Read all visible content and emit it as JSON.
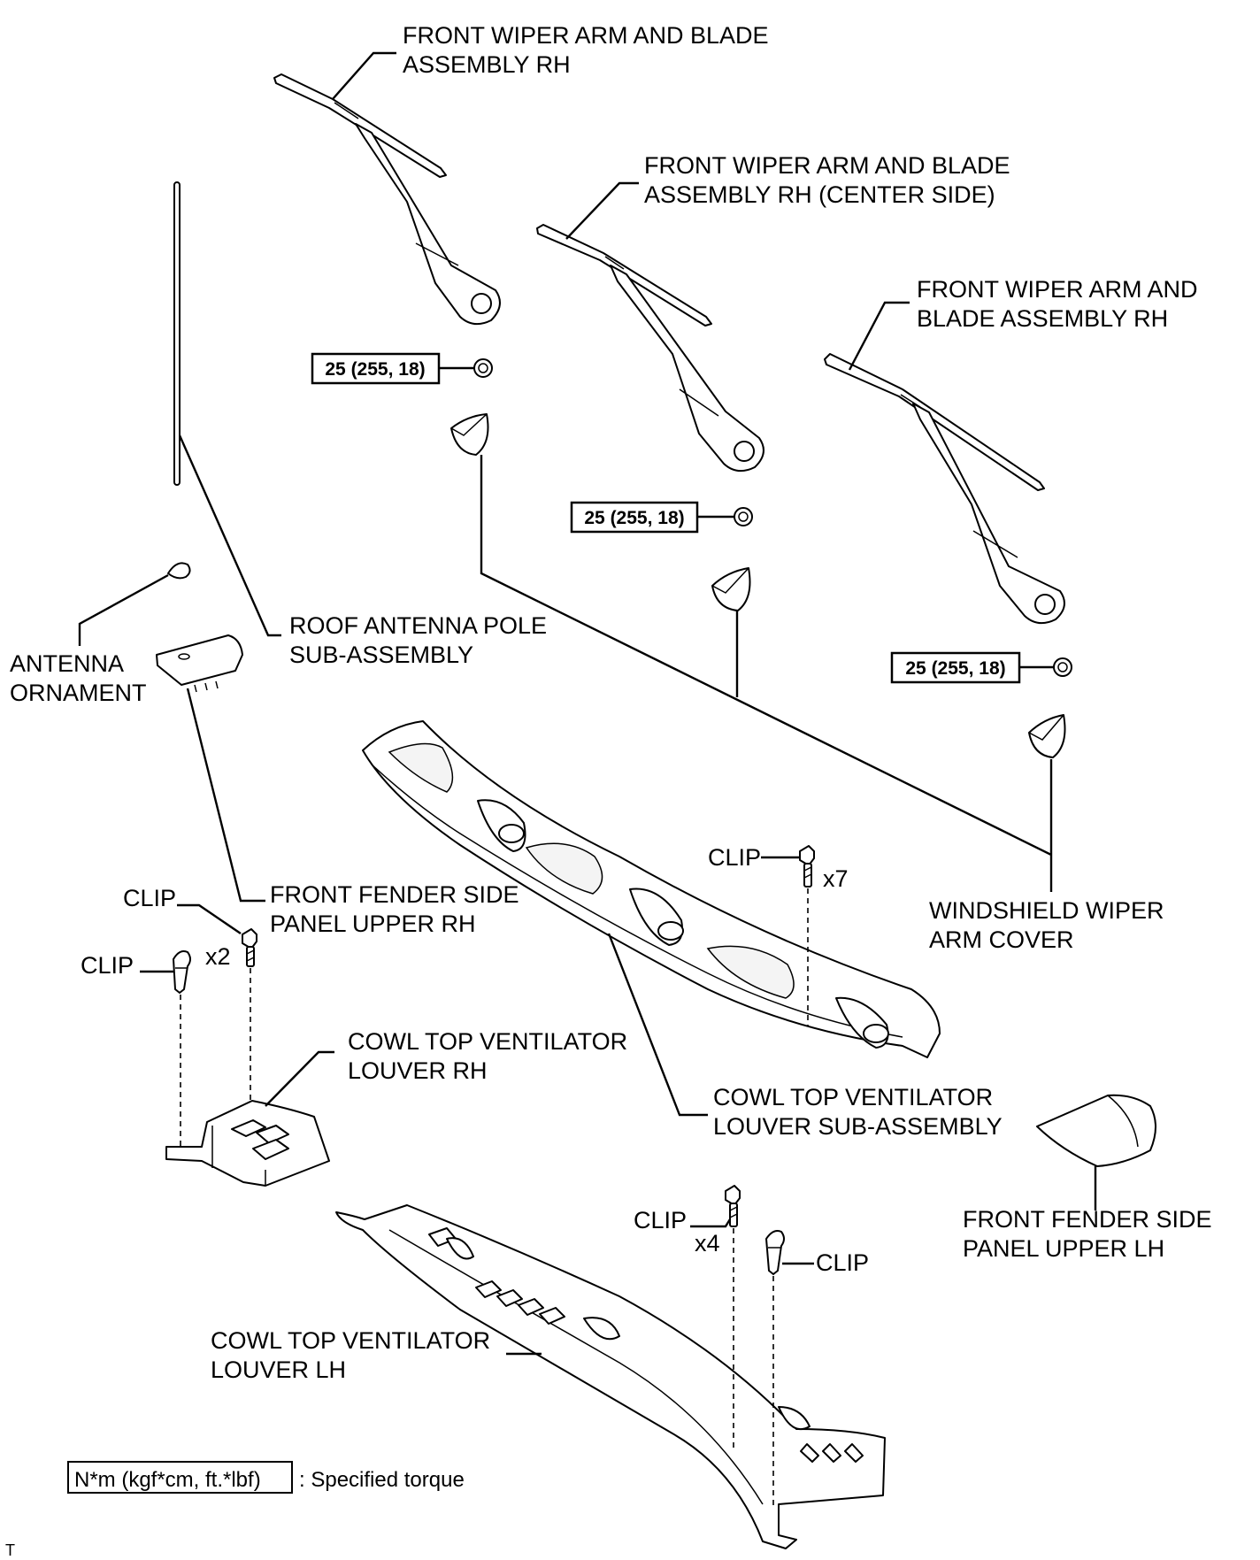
{
  "labels": {
    "wiper_rh_1": [
      "FRONT WIPER ARM AND BLADE",
      "ASSEMBLY RH"
    ],
    "wiper_rh_center": [
      "FRONT WIPER ARM AND BLADE",
      "ASSEMBLY RH (CENTER SIDE)"
    ],
    "wiper_rh_2": [
      "FRONT WIPER ARM AND",
      "BLADE ASSEMBLY RH"
    ],
    "roof_antenna": [
      "ROOF ANTENNA POLE",
      "SUB-ASSEMBLY"
    ],
    "antenna_ornament": [
      "ANTENNA",
      "ORNAMENT"
    ],
    "fender_upper_rh": [
      "FRONT FENDER SIDE",
      "PANEL UPPER RH"
    ],
    "wiper_arm_cover": [
      "WINDSHIELD WIPER",
      "ARM COVER"
    ],
    "louver_rh": [
      "COWL TOP VENTILATOR",
      "LOUVER RH"
    ],
    "louver_sub": [
      "COWL TOP VENTILATOR",
      "LOUVER SUB-ASSEMBLY"
    ],
    "fender_upper_lh": [
      "FRONT FENDER SIDE",
      "PANEL UPPER LH"
    ],
    "louver_lh": [
      "COWL TOP VENTILATOR",
      "LOUVER LH"
    ]
  },
  "torque_specs": [
    "25 (255, 18)",
    "25 (255, 18)",
    "25 (255, 18)"
  ],
  "clips": {
    "label": "CLIP",
    "qty_sub": "x7",
    "qty_rh": "x2",
    "qty_lh": "x4"
  },
  "legend": {
    "unit_box": "N*m (kgf*cm, ft.*lbf)",
    "description": ": Specified torque"
  },
  "corner_mark": "T"
}
